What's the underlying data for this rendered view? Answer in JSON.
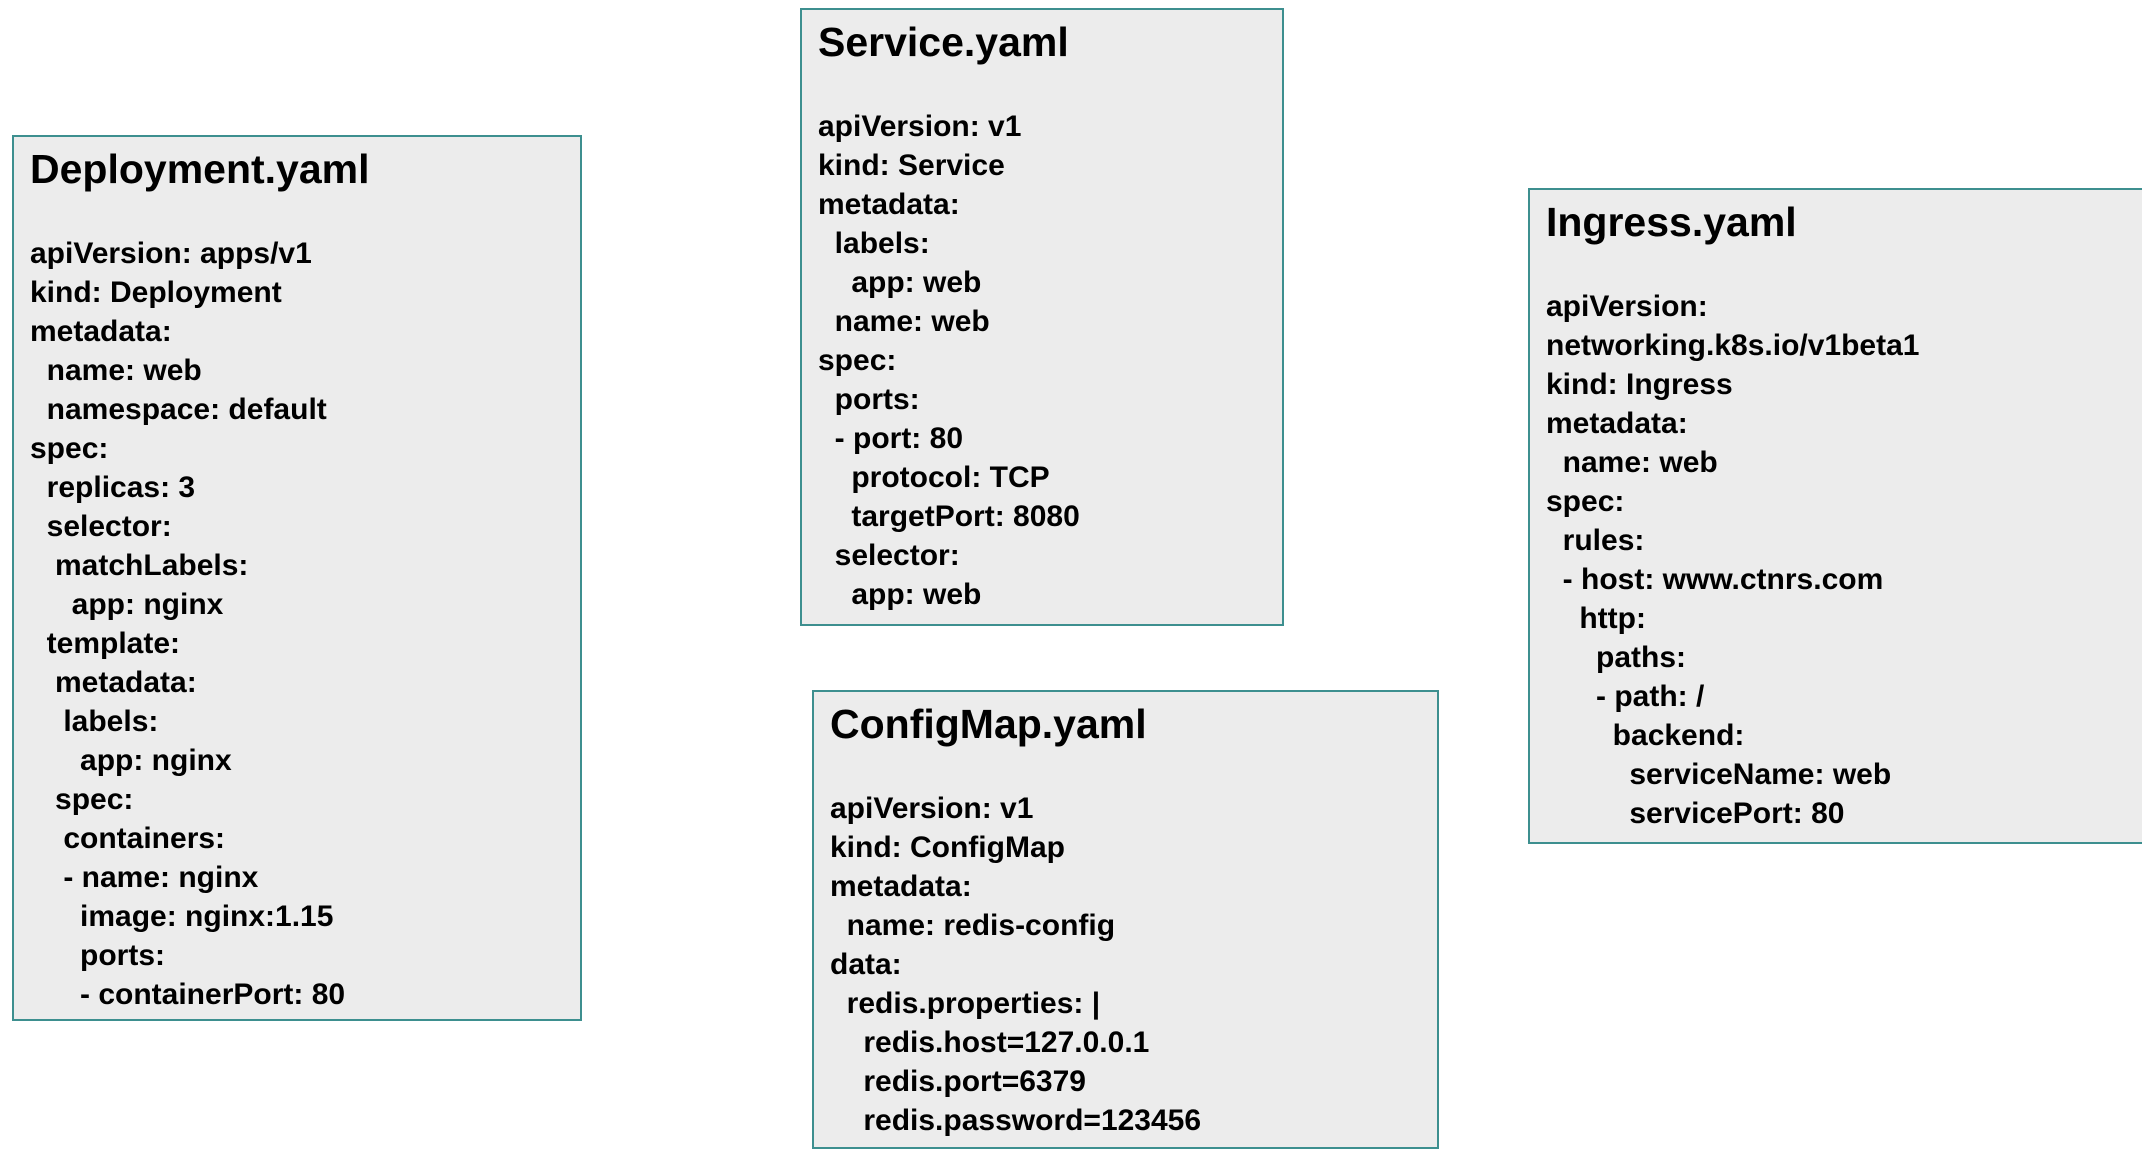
{
  "diagram": {
    "title_color": "#000000",
    "card_background": "#ececec",
    "card_border_color": "#3d8f8f",
    "page_background": "#ffffff"
  },
  "cards": [
    {
      "id": "deployment",
      "title": "Deployment.yaml",
      "body": "apiVersion: apps/v1\nkind: Deployment\nmetadata:\n  name: web\n  namespace: default\nspec:\n  replicas: 3\n  selector:\n   matchLabels:\n     app: nginx\n  template:\n   metadata:\n    labels:\n      app: nginx\n   spec:\n    containers:\n    - name: nginx\n      image: nginx:1.15\n      ports:\n      - containerPort: 80",
      "lines": [
        "apiVersion: apps/v1",
        "kind: Deployment",
        "metadata:",
        "  name: web",
        "  namespace: default",
        "spec:",
        "  replicas: 3",
        "  selector:",
        "   matchLabels:",
        "     app: nginx",
        "  template:",
        "   metadata:",
        "    labels:",
        "      app: nginx",
        "   spec:",
        "    containers:",
        "    - name: nginx",
        "      image: nginx:1.15",
        "      ports:",
        "      - containerPort: 80"
      ]
    },
    {
      "id": "service",
      "title": "Service.yaml",
      "body": "apiVersion: v1\nkind: Service\nmetadata:\n  labels:\n    app: web\n  name: web\nspec:\n  ports:\n  - port: 80\n    protocol: TCP\n    targetPort: 8080\n  selector:\n    app: web",
      "lines": [
        "apiVersion: v1",
        "kind: Service",
        "metadata:",
        "  labels:",
        "    app: web",
        "  name: web",
        "spec:",
        "  ports:",
        "  - port: 80",
        "    protocol: TCP",
        "    targetPort: 8080",
        "  selector:",
        "    app: web"
      ]
    },
    {
      "id": "configmap",
      "title": "ConfigMap.yaml",
      "body": "apiVersion: v1\nkind: ConfigMap\nmetadata:\n  name: redis-config\ndata:\n  redis.properties: |\n    redis.host=127.0.0.1\n    redis.port=6379\n    redis.password=123456",
      "lines": [
        "apiVersion: v1",
        "kind: ConfigMap",
        "metadata:",
        "  name: redis-config",
        "data:",
        "  redis.properties: |",
        "    redis.host=127.0.0.1",
        "    redis.port=6379",
        "    redis.password=123456"
      ]
    },
    {
      "id": "ingress",
      "title": "Ingress.yaml",
      "body": "apiVersion:\nnetworking.k8s.io/v1beta1\nkind: Ingress\nmetadata:\n  name: web\nspec:\n  rules:\n  - host: www.ctnrs.com\n    http:\n      paths:\n      - path: /\n        backend:\n          serviceName: web\n          servicePort: 80",
      "lines": [
        "apiVersion:",
        "networking.k8s.io/v1beta1",
        "kind: Ingress",
        "metadata:",
        "  name: web",
        "spec:",
        "  rules:",
        "  - host: www.ctnrs.com",
        "    http:",
        "      paths:",
        "      - path: /",
        "        backend:",
        "          serviceName: web",
        "          servicePort: 80"
      ]
    }
  ]
}
